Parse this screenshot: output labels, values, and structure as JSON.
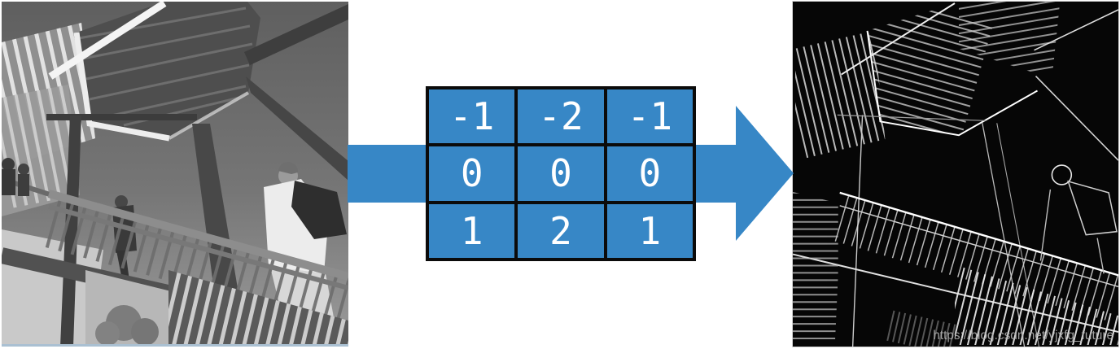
{
  "kernel": {
    "rows": [
      [
        "-1",
        "-2",
        "-1"
      ],
      [
        "0",
        "0",
        "0"
      ],
      [
        "1",
        "2",
        "1"
      ]
    ]
  },
  "watermark": {
    "text": "https://blog.csdn.net/yjxfg_future"
  },
  "colors": {
    "canvas_background": "#ffffff",
    "arrow_blue": "#3787c6",
    "kernel_cell_blue": "#3787c6",
    "kernel_border": "#0b0b0b",
    "kernel_text": "#ffffff",
    "watermark_gray": "#b4b4b4"
  }
}
